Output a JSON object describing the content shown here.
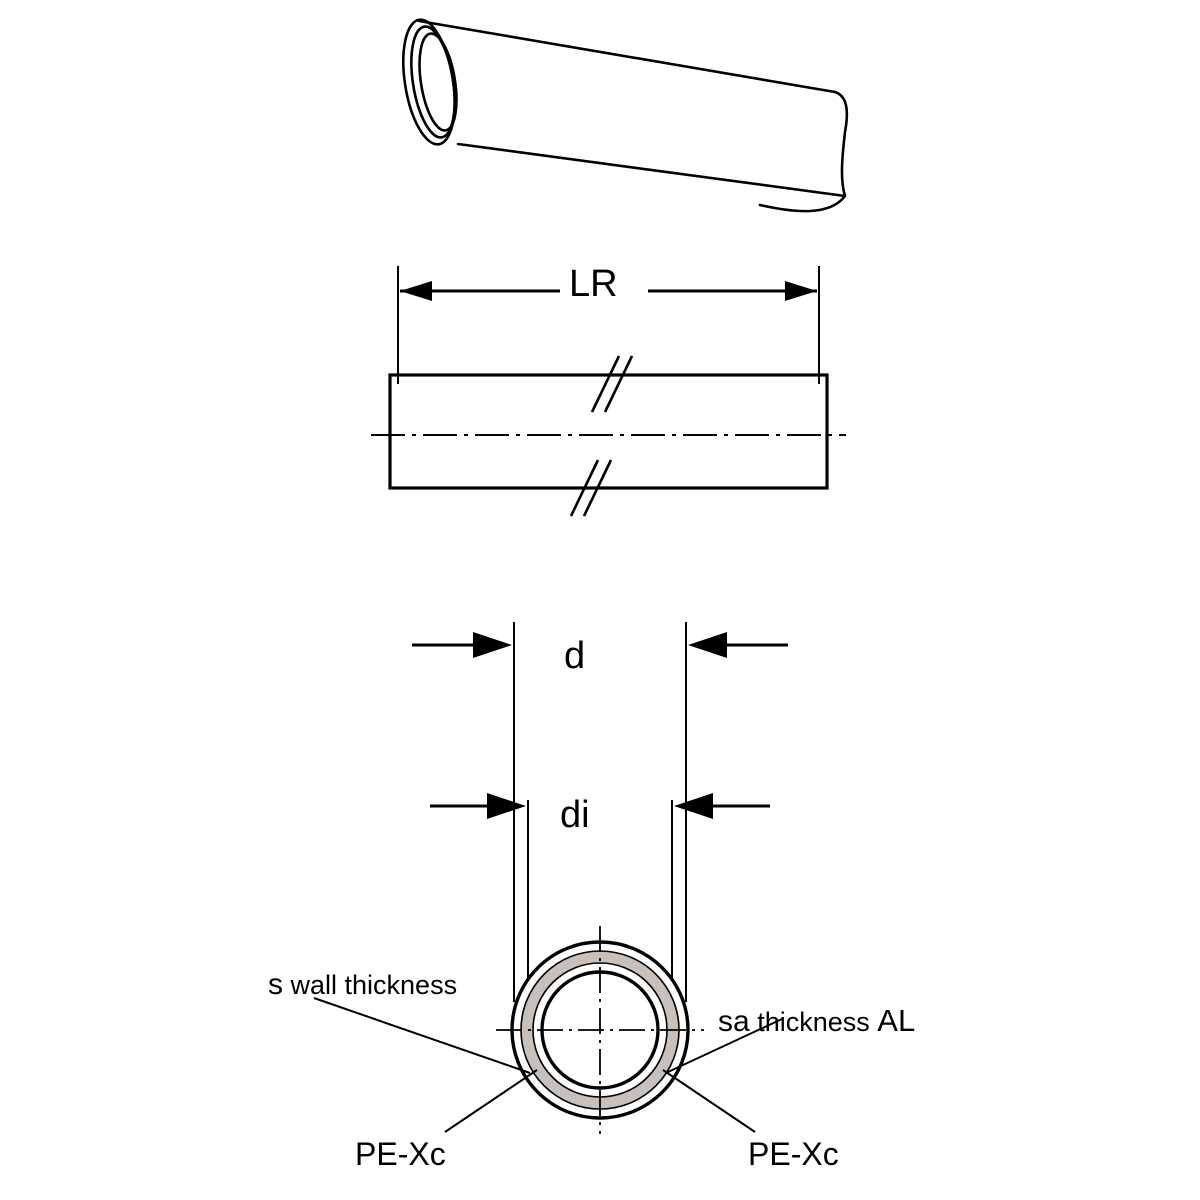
{
  "diagram": {
    "title": "Pipe dimension drawing",
    "labels": {
      "length": "LR",
      "outer_diameter": "d",
      "inner_diameter": "di",
      "wall_thickness_symbol": "s",
      "wall_thickness_text": "wall thickness",
      "al_thickness_symbol": "sa",
      "al_thickness_text": "thickness",
      "al_material": "AL",
      "pexc_left": "PE-Xc",
      "pexc_right": "PE-Xc"
    },
    "colors": {
      "line": "#000000",
      "aluminium_layer": "#c8c1bb",
      "background": "#ffffff"
    }
  }
}
